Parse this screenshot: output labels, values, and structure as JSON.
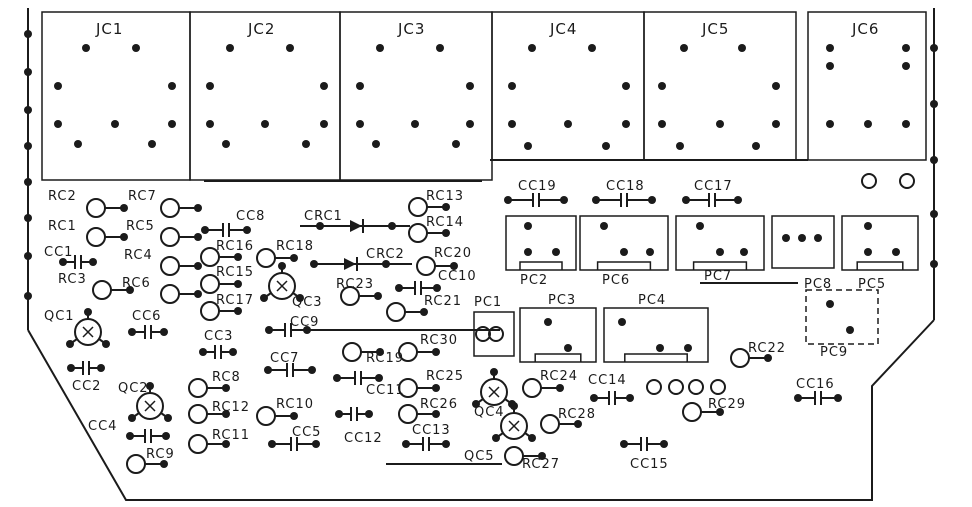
{
  "connectors": [
    "JC1",
    "JC2",
    "JC3",
    "JC4",
    "JC5",
    "JC6"
  ],
  "pots": [
    "PC1",
    "PC2",
    "PC3",
    "PC4",
    "PC5",
    "PC6",
    "PC7",
    "PC8",
    "PC9"
  ],
  "resistors": [
    "RC1",
    "RC2",
    "RC3",
    "RC4",
    "RC5",
    "RC6",
    "RC7",
    "RC8",
    "RC9",
    "RC10",
    "RC11",
    "RC12",
    "RC13",
    "RC14",
    "RC15",
    "RC16",
    "RC17",
    "RC18",
    "RC19",
    "RC20",
    "RC21",
    "RC22",
    "RC23",
    "RC24",
    "RC25",
    "RC26",
    "RC27",
    "RC28",
    "RC29",
    "RC30"
  ],
  "capacitors": [
    "CC1",
    "CC2",
    "CC3",
    "CC4",
    "CC5",
    "CC6",
    "CC7",
    "CC8",
    "CC9",
    "CC10",
    "CC11",
    "CC12",
    "CC13",
    "CC14",
    "CC15",
    "CC16",
    "CC17",
    "CC18",
    "CC19"
  ],
  "transistors": [
    "QC1",
    "QC2",
    "QC3",
    "QC4",
    "QC5"
  ],
  "diodes": [
    "CRC1",
    "CRC2"
  ],
  "colors": {
    "ink": "#1b1b1b",
    "paper": "#ffffff"
  }
}
